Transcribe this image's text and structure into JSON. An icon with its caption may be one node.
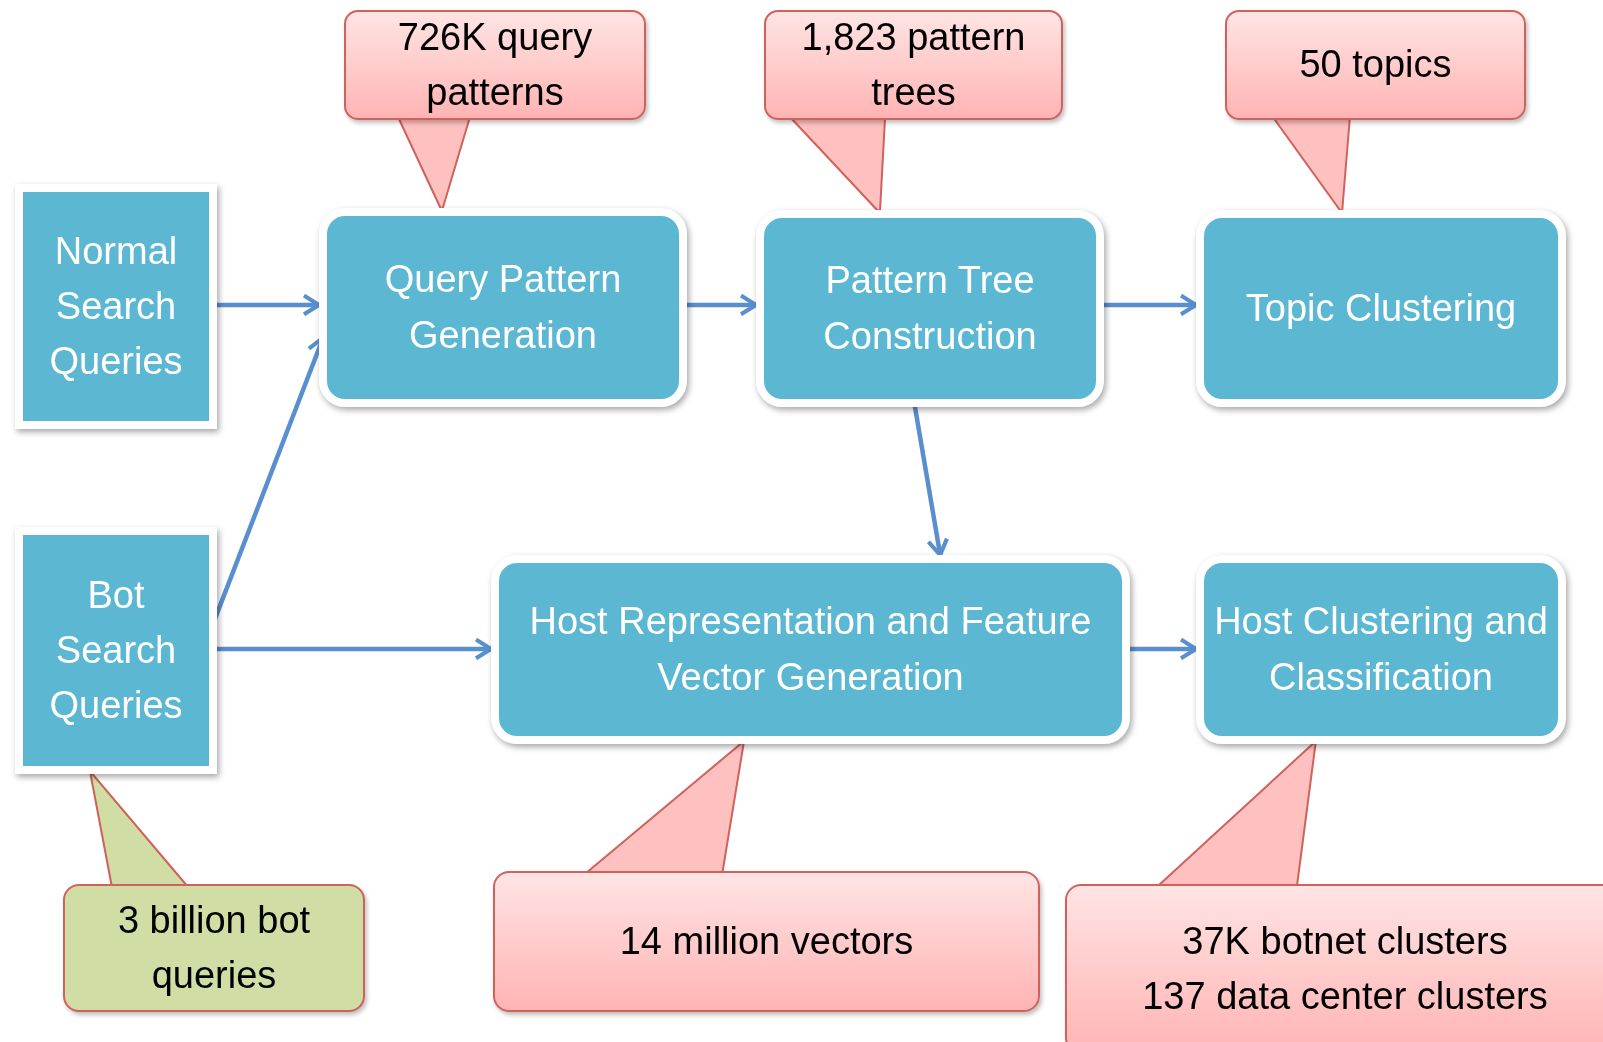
{
  "diagram": {
    "nodes": [
      {
        "text": [
          "Normal Search Queries"
        ]
      },
      {
        "text": [
          "Bot Search Queries"
        ]
      },
      {
        "text": [
          "Query Pattern Generation"
        ]
      },
      {
        "text": [
          "Pattern Tree Construction"
        ]
      },
      {
        "text": [
          "Topic Clustering"
        ]
      },
      {
        "text": [
          "Host Representation and Feature Vector Generation"
        ]
      },
      {
        "text": [
          "Host Clustering and Classification"
        ]
      },
      {
        "text": [
          "726K query patterns"
        ]
      },
      {
        "text": [
          "1,823 pattern trees"
        ]
      },
      {
        "text": [
          "50 topics"
        ]
      },
      {
        "text": [
          "3 billion bot queries"
        ]
      },
      {
        "text": [
          "14 million vectors"
        ]
      },
      {
        "text": [
          "37K botnet clusters",
          "137 data center clusters"
        ]
      }
    ],
    "edges": [
      {
        "from": 0,
        "to": 2,
        "arrow": "to"
      },
      {
        "from": 1,
        "to": 2,
        "arrow": "to"
      },
      {
        "from": 2,
        "to": 3,
        "arrow": "to"
      },
      {
        "from": 3,
        "to": 4,
        "arrow": "to"
      },
      {
        "from": 3,
        "to": 5,
        "arrow": "to"
      },
      {
        "from": 1,
        "to": 5,
        "arrow": "to"
      },
      {
        "from": 5,
        "to": 6,
        "arrow": "to"
      },
      {
        "from": 7,
        "to": 2,
        "arrow": "none",
        "color": "#d0625c"
      },
      {
        "from": 8,
        "to": 3,
        "arrow": "none",
        "color": "#d0625c"
      },
      {
        "from": 9,
        "to": 4,
        "arrow": "none",
        "color": "#d0625c"
      },
      {
        "from": 10,
        "to": 1,
        "arrow": "none",
        "color": "#d0625c"
      },
      {
        "from": 11,
        "to": 5,
        "arrow": "none",
        "color": "#d0625c"
      },
      {
        "from": 12,
        "to": 6,
        "arrow": "none",
        "color": "#d0625c"
      }
    ]
  }
}
